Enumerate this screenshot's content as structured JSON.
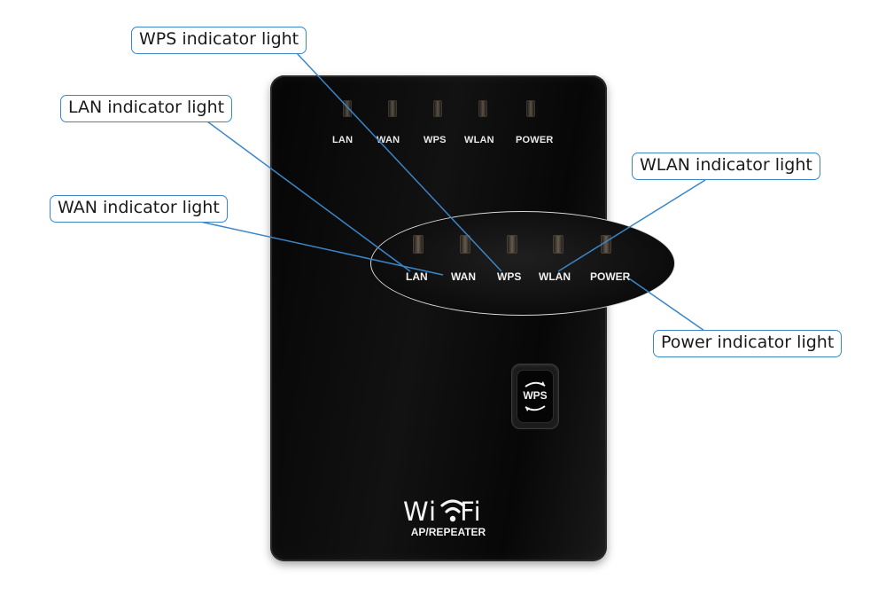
{
  "callouts": {
    "wps": "WPS indicator light",
    "lan": "LAN indicator light",
    "wan": "WAN indicator light",
    "wlan": "WLAN indicator light",
    "power": "Power indicator light"
  },
  "device": {
    "labels": [
      "LAN",
      "WAN",
      "WPS",
      "WLAN",
      "POWER"
    ],
    "wps_button": "WPS",
    "logo_left": "Wi",
    "logo_right": "Fi",
    "logo_sub": "AP/REPEATER"
  },
  "zoom": {
    "labels": [
      "LAN",
      "WAN",
      "WPS",
      "WLAN",
      "POWER"
    ]
  },
  "colors": {
    "leader_line": "#3a86c8",
    "device_body": "#0b0b0b",
    "callout_border": "#3a86c8"
  },
  "icons": [
    "wifi-icon",
    "wps-arrows-icon"
  ]
}
